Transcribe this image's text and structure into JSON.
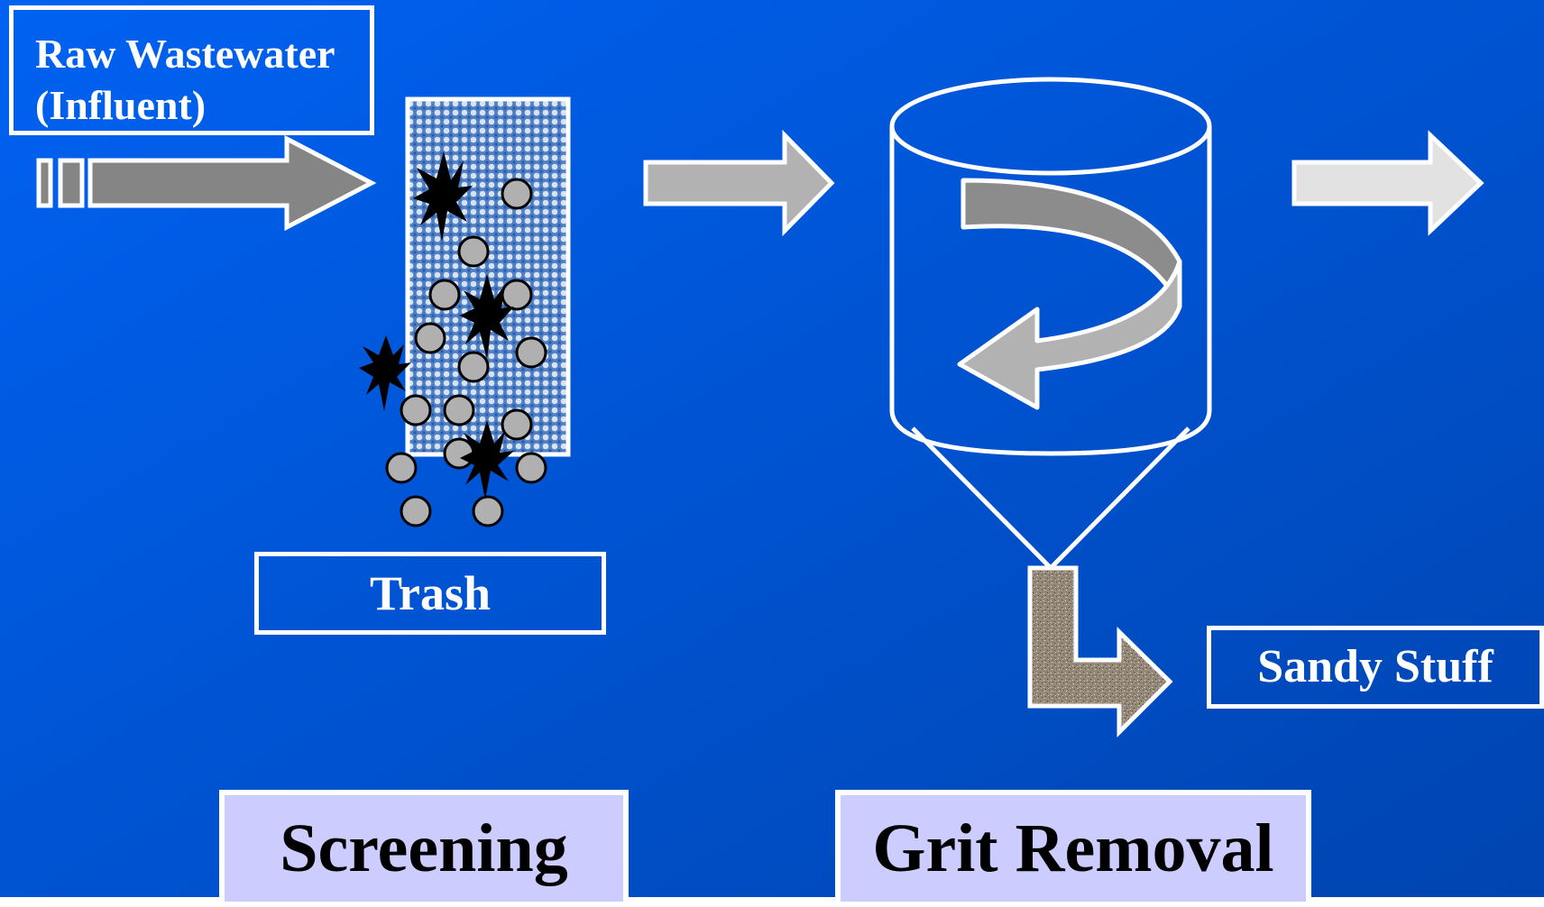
{
  "influent_label": {
    "line1": "Raw Wastewater",
    "line2": "(Influent)"
  },
  "trash_label": "Trash",
  "sandy_label": "Sandy Stuff",
  "screening_title": "Screening",
  "grit_title": "Grit Removal",
  "colors": {
    "background_start": "#0062f2",
    "background_end": "#0044b0",
    "outline": "#ffffff",
    "arrow_dark": "#858585",
    "arrow_mid": "#b2b2b2",
    "arrow_light": "#e2e2e2",
    "title_fill": "#ccccff",
    "particle": "#b0b0b0",
    "debris": "#000000",
    "grit": "#8a8070"
  },
  "icons": [
    "flow-arrow",
    "bar-screen",
    "debris-particle",
    "grit-tank",
    "swirl-arrow",
    "grit-outlet-arrow"
  ]
}
